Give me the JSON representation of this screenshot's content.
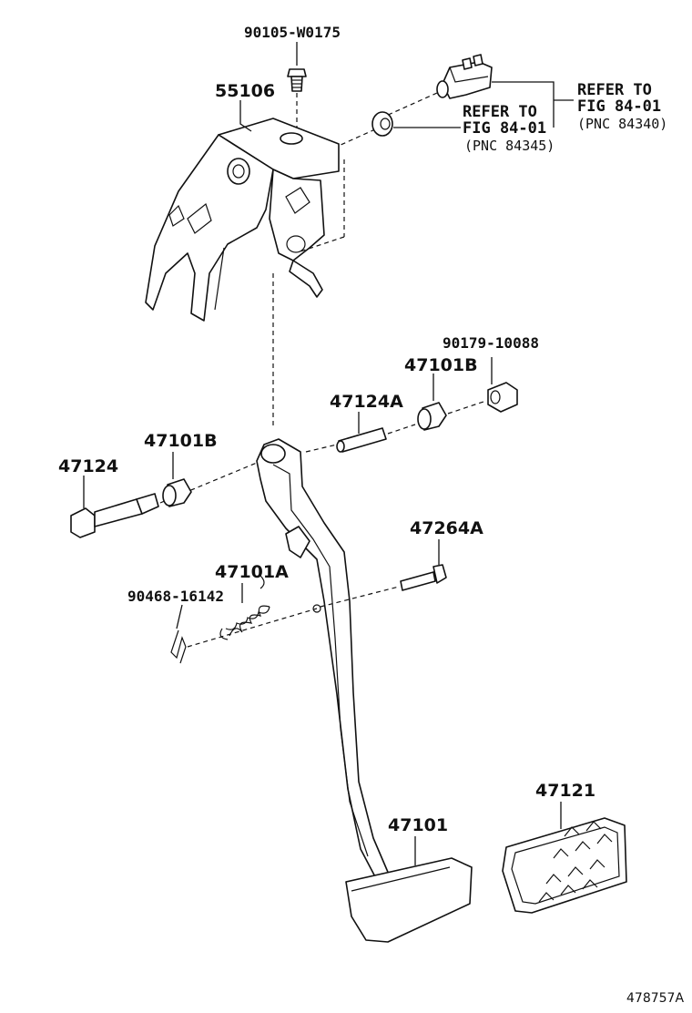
{
  "labels": {
    "bolt_top": "90105-W0175",
    "bracket": "55106",
    "refer1_a": "REFER TO",
    "refer1_b": "FIG 84-01",
    "refer1_c": "(PNC 84340)",
    "refer2_a": "REFER TO",
    "refer2_b": "FIG 84-01",
    "refer2_c": "(PNC 84345)",
    "nut": "90179-10088",
    "bush_right": "47101B",
    "pipe": "47124A",
    "bolt_left": "47124",
    "bush_left": "47101B",
    "pin": "47264A",
    "spring": "47101A",
    "clip": "90468-16142",
    "pedal": "47101",
    "pad": "47121",
    "figure_id": "478757A"
  }
}
